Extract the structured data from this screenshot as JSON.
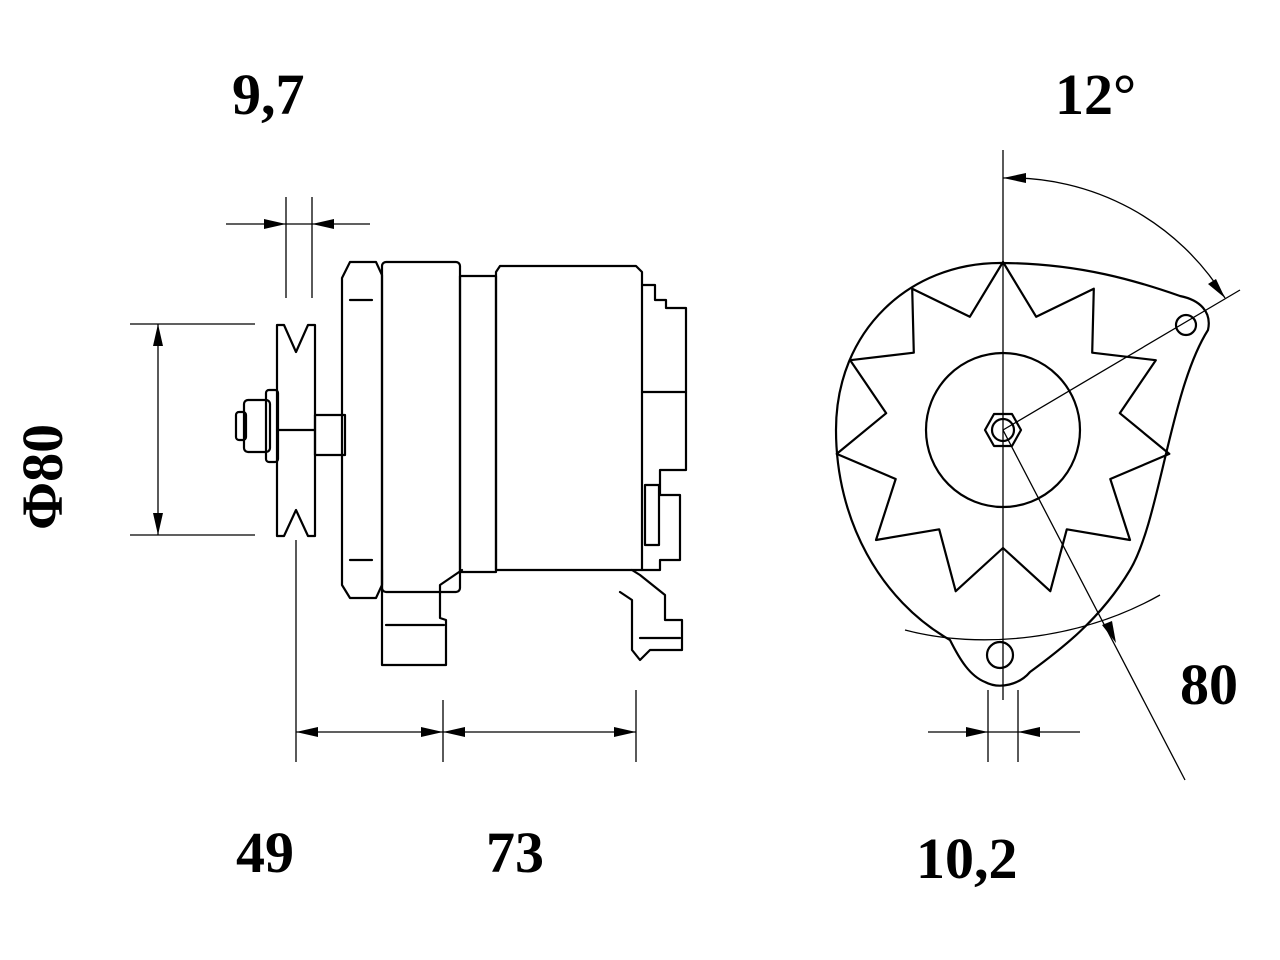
{
  "dimensions": {
    "top_left": "9,7",
    "top_right": "12°",
    "diameter": "Φ80",
    "right_side": "80",
    "bottom_left": "49",
    "bottom_mid": "73",
    "bottom_right": "10,2"
  }
}
